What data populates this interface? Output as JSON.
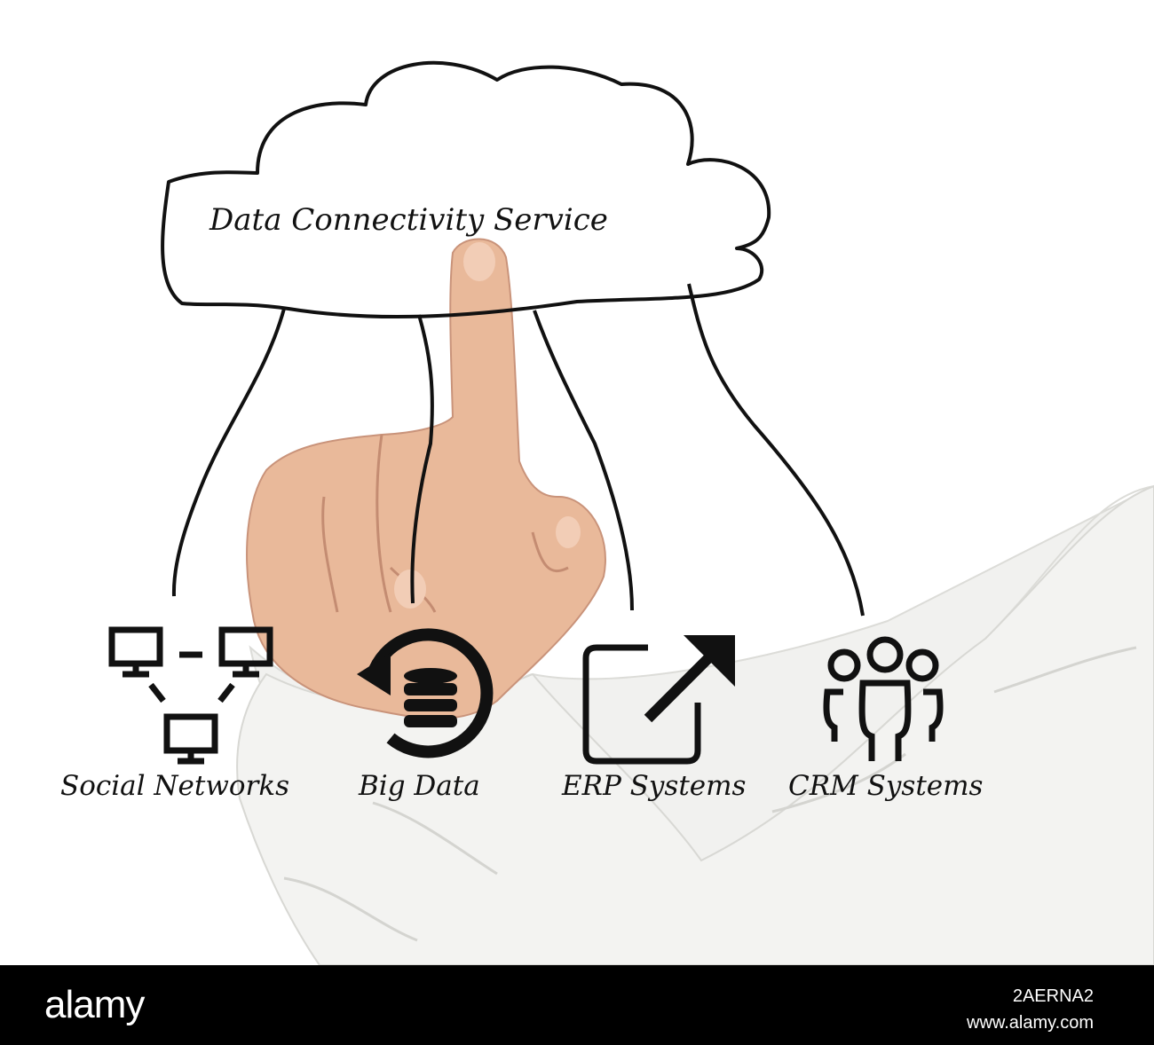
{
  "diagram": {
    "title": "Data Connectivity Service",
    "nodes": [
      {
        "label": "Social Networks",
        "icon": "network-computers-icon"
      },
      {
        "label": "Big Data",
        "icon": "database-refresh-icon"
      },
      {
        "label": "ERP Systems",
        "icon": "external-link-icon"
      },
      {
        "label": "CRM Systems",
        "icon": "people-group-icon"
      }
    ],
    "edges": [
      {
        "from": "Data Connectivity Service",
        "to": "Social Networks"
      },
      {
        "from": "Data Connectivity Service",
        "to": "Big Data"
      },
      {
        "from": "Data Connectivity Service",
        "to": "ERP Systems"
      },
      {
        "from": "Data Connectivity Service",
        "to": "CRM Systems"
      }
    ]
  },
  "footer": {
    "brand": "alamy",
    "image_code": "2AERNA2",
    "url": "www.alamy.com"
  },
  "colors": {
    "ink": "#111111",
    "sleeve": "#f1f1ef",
    "skin": "#e9b99a",
    "footer_bg": "#000000"
  }
}
